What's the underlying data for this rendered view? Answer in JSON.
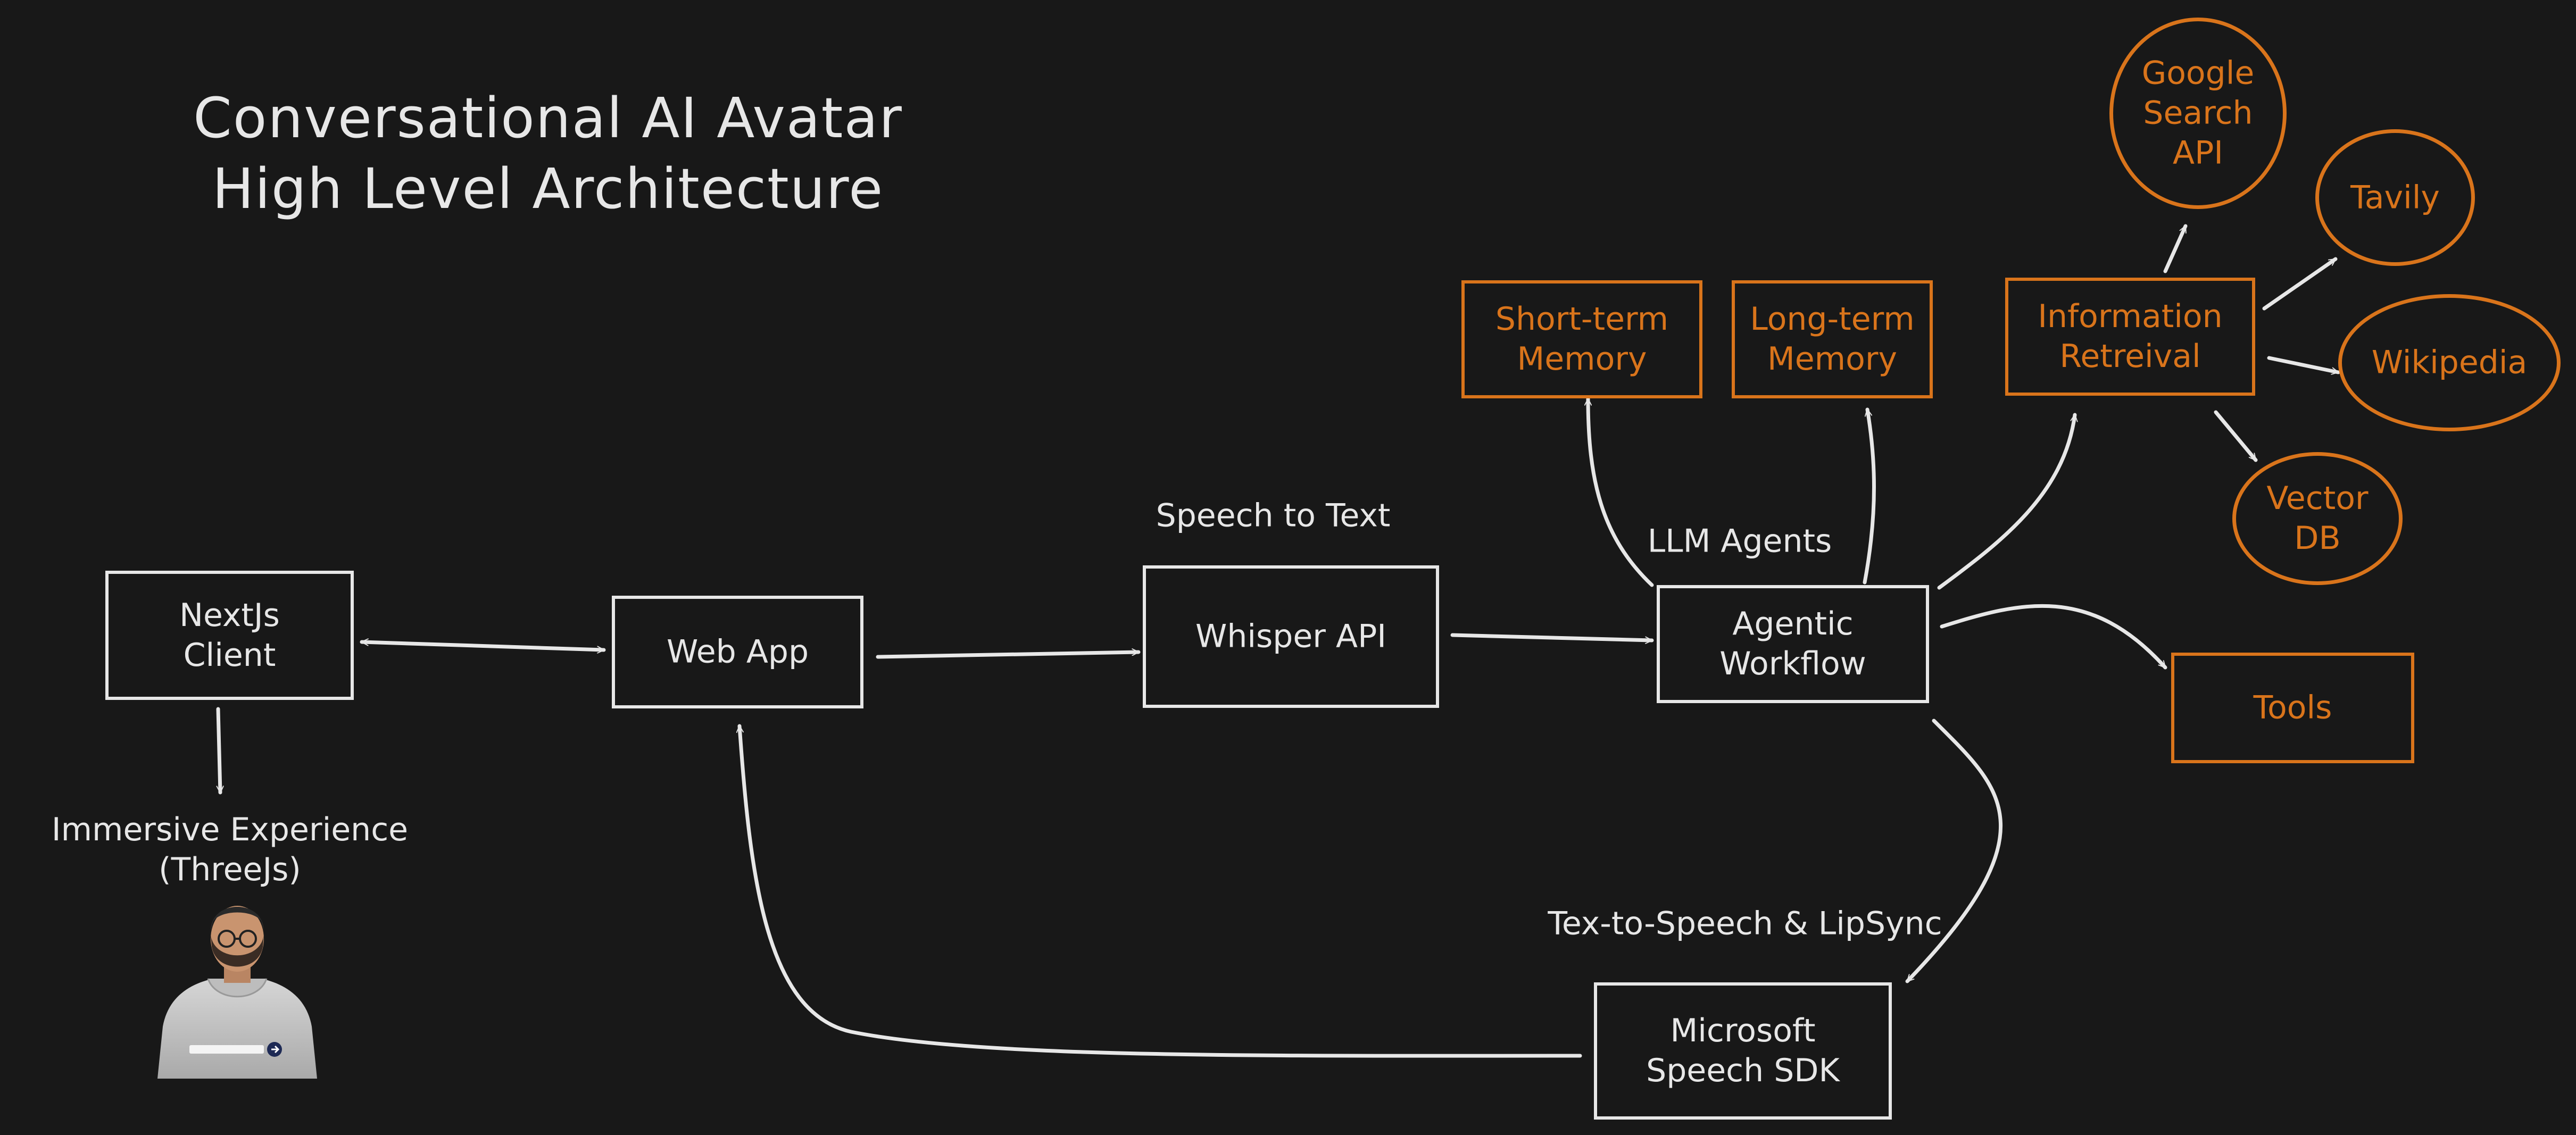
{
  "title": [
    "Conversational AI Avatar",
    "High Level Architecture"
  ],
  "colors": {
    "background": "#181818",
    "stroke": "#e7e7e7",
    "accent": "#d9741b"
  },
  "nodes": {
    "nextjs_client": "NextJs\nClient",
    "web_app": "Web App",
    "whisper_api": "Whisper API",
    "agentic_workflow": "Agentic\nWorkflow",
    "microsoft_speech_sdk": "Microsoft\nSpeech SDK",
    "short_term_memory": "Short-term\nMemory",
    "long_term_memory": "Long-term\nMemory",
    "information_retrieval": "Information\nRetreival",
    "tools": "Tools",
    "google_search_api": "Google\nSearch\nAPI",
    "tavily": "Tavily",
    "wikipedia": "Wikipedia",
    "vector_db": "Vector\nDB"
  },
  "labels": {
    "immersive_experience": "Immersive Experience\n(ThreeJs)",
    "speech_to_text": "Speech to Text",
    "llm_agents": "LLM Agents",
    "text_to_speech": "Tex-to-Speech & LipSync"
  }
}
